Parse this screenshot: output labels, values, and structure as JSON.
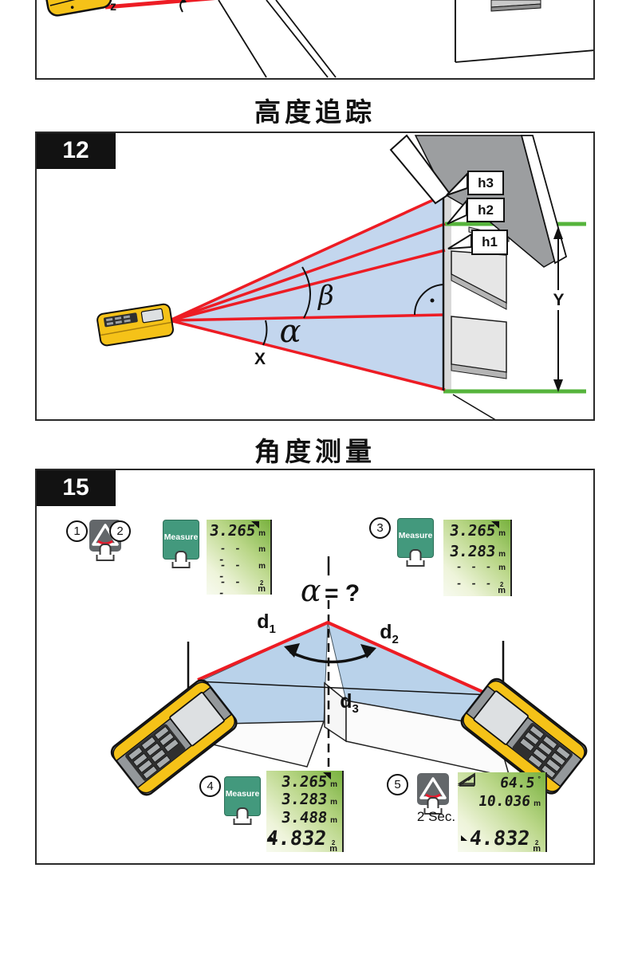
{
  "colors": {
    "laser_red": "#ed1c24",
    "track_green": "#56b43c",
    "fill_blue": "#c3d6ee",
    "measure_green": "#43997d",
    "button_gray": "#63676a",
    "device_yellow": "#f5c218",
    "display_gradient_dark": "#78b13e",
    "display_gradient_light": "#f3f8e6"
  },
  "figure_partial": {
    "z_label": "z"
  },
  "section_height": {
    "title": "高度追踪"
  },
  "figure12": {
    "number": "12",
    "h3": "h3",
    "h2": "h2",
    "h1": "h1",
    "beta": "β",
    "alpha": "α",
    "x_label": "X",
    "y_label": "Y"
  },
  "section_angle": {
    "title": "角度测量"
  },
  "figure15": {
    "number": "15",
    "alpha_symbol": "α",
    "alpha_eq": "= ?",
    "d_base": "d",
    "d1_sub": "1",
    "d2_sub": "2",
    "d3_sub": "3",
    "step1": "1",
    "step2": "2",
    "step3": "3",
    "step4": "4",
    "step5": "5",
    "measure_label": "Measure",
    "two_sec": "2 Sec.",
    "dash": "- - -",
    "unit_m": "m",
    "unit_deg": "°",
    "unit_sq": "2",
    "display2": {
      "r1": "3.265"
    },
    "display3": {
      "r1": "3.265",
      "r2": "3.283"
    },
    "display4": {
      "r1": "3.265",
      "r2": "3.283",
      "r3": "3.488",
      "r4": "4.832"
    },
    "display5": {
      "angle": "64.5",
      "distance": "10.036",
      "area": "4.832"
    }
  }
}
